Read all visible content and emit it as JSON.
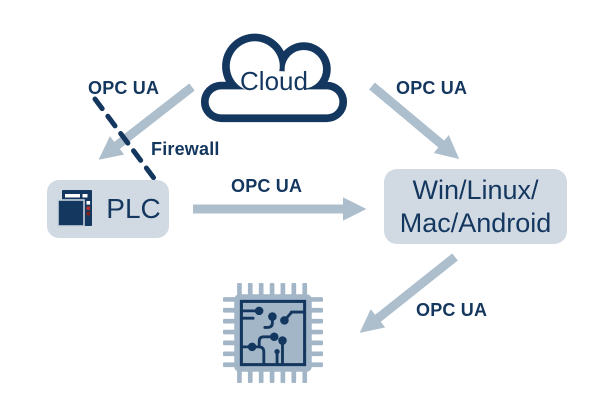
{
  "diagram": {
    "type": "architecture-diagram",
    "colors": {
      "navy": "#14375f",
      "arrow_gray_blue": "#adbecd",
      "node_box_fill": "#d1dae3",
      "chip_body": "#a3b6c8",
      "led_white": "#ffffff",
      "led_red": "#b5342e",
      "led_dark_red": "#7c221c",
      "background": "#ffffff"
    },
    "nodes": {
      "cloud": {
        "label": "Cloud",
        "icon": "cloud-icon"
      },
      "plc": {
        "label": "PLC",
        "icon": "plc-device-icon"
      },
      "platform": {
        "line1": "Win/Linux/",
        "line2": "Mac/Android"
      },
      "embedded": {
        "icon": "microchip-icon"
      }
    },
    "edges": {
      "cloud_to_plc": {
        "label": "OPC UA",
        "style": "solid-arrow"
      },
      "cloud_to_platform": {
        "label": "OPC UA",
        "style": "solid-arrow"
      },
      "plc_to_platform": {
        "label": "OPC UA",
        "style": "solid-arrow"
      },
      "platform_to_embedded": {
        "label": "OPC UA",
        "style": "solid-arrow"
      }
    },
    "firewall": {
      "label": "Firewall",
      "style": "dashed-line"
    }
  }
}
